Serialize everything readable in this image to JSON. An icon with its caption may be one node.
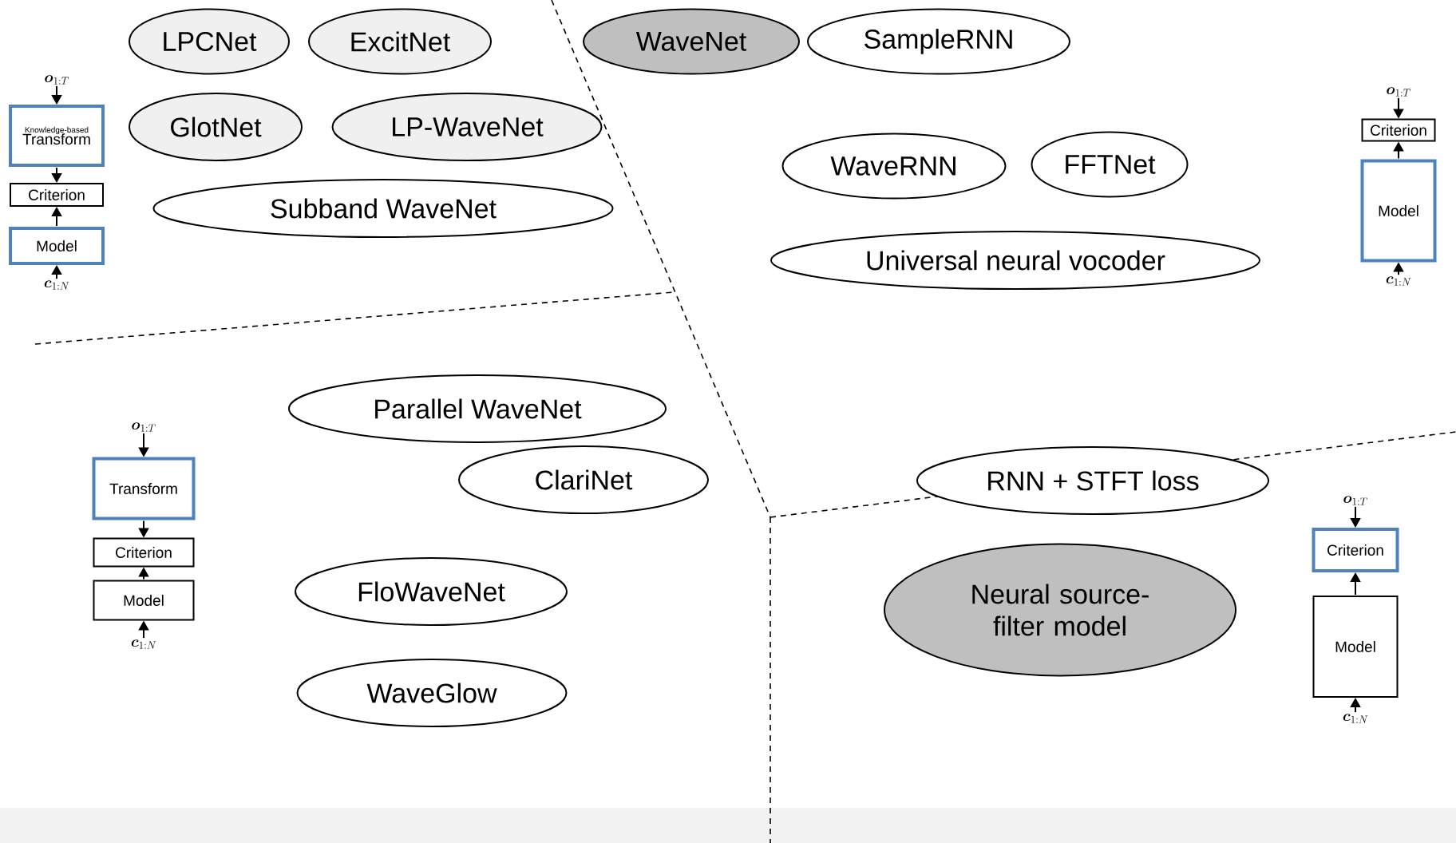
{
  "diagram": {
    "nodes": [
      {
        "text": [
          "LPCNet"
        ]
      },
      {
        "text": [
          "ExcitNet"
        ]
      },
      {
        "text": [
          "WaveNet"
        ]
      },
      {
        "text": [
          "SampleRNN"
        ]
      },
      {
        "text": [
          "\\boldsymbol{o}_{1:T}"
        ]
      },
      {
        "text": [
          "Knowledge-based",
          "Transform"
        ]
      },
      {
        "text": [
          "GlotNet"
        ]
      },
      {
        "text": [
          "LP-WaveNet"
        ]
      },
      {
        "text": [
          "\\boldsymbol{o}_{1:T}"
        ]
      },
      {
        "text": [
          "Criterion"
        ]
      },
      {
        "text": [
          "WaveRNN"
        ]
      },
      {
        "text": [
          "FFTNet"
        ]
      },
      {
        "text": [
          "Model"
        ]
      },
      {
        "text": [
          "Criterion"
        ]
      },
      {
        "text": [
          "Subband  WaveNet"
        ]
      },
      {
        "text": [
          "Model"
        ]
      },
      {
        "text": [
          "Universal neural vocoder"
        ]
      },
      {
        "text": [
          "\\boldsymbol{c}_{1:N}"
        ]
      },
      {
        "text": [
          "\\boldsymbol{c}_{1:N}"
        ]
      },
      {
        "text": [
          "Parallel WaveNet"
        ]
      },
      {
        "text": [
          "\\boldsymbol{o}_{1:T}"
        ]
      },
      {
        "text": [
          "ClariNet"
        ]
      },
      {
        "text": [
          "Transform"
        ]
      },
      {
        "text": [
          "RNN + STFT loss"
        ]
      },
      {
        "text": [
          "\\boldsymbol{o}_{1:T}"
        ]
      },
      {
        "text": [
          "Criterion"
        ]
      },
      {
        "text": [
          "Criterion"
        ]
      },
      {
        "text": [
          "FloWaveNet"
        ]
      },
      {
        "text": [
          "Neural source-filter model"
        ]
      },
      {
        "text": [
          "Model"
        ]
      },
      {
        "text": [
          "Model"
        ]
      },
      {
        "text": [
          "\\boldsymbol{c}_{1:N}"
        ]
      },
      {
        "text": [
          "WaveGlow"
        ]
      },
      {
        "text": [
          "\\boldsymbol{c}_{1:N}"
        ]
      }
    ],
    "edges": [
      {
        "from": 4,
        "to": 5,
        "arrow": "to"
      },
      {
        "from": 5,
        "to": 13,
        "arrow": "to"
      },
      {
        "from": 15,
        "to": 13,
        "arrow": "to"
      },
      {
        "from": 18,
        "to": 15,
        "arrow": "to"
      },
      {
        "from": 8,
        "to": 9,
        "arrow": "to"
      },
      {
        "from": 12,
        "to": 9,
        "arrow": "to"
      },
      {
        "from": 17,
        "to": 12,
        "arrow": "to"
      },
      {
        "from": 20,
        "to": 22,
        "arrow": "to"
      },
      {
        "from": 22,
        "to": 26,
        "arrow": "to"
      },
      {
        "from": 29,
        "to": 26,
        "arrow": "to"
      },
      {
        "from": 31,
        "to": 29,
        "arrow": "to"
      },
      {
        "from": 24,
        "to": 25,
        "arrow": "to"
      },
      {
        "from": 30,
        "to": 25,
        "arrow": "to"
      },
      {
        "from": 33,
        "to": 30,
        "arrow": "to"
      }
    ]
  }
}
